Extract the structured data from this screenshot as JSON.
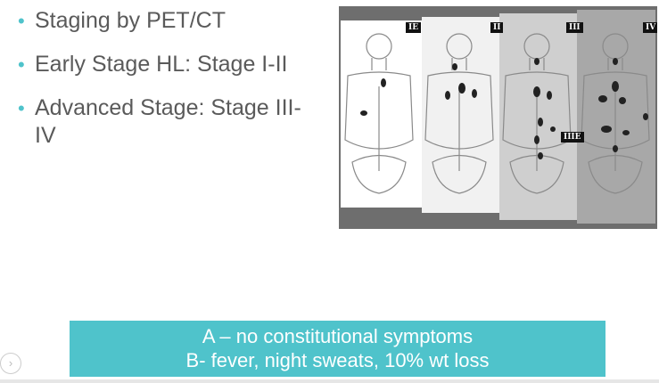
{
  "bullets": [
    {
      "text": "Staging by PET/CT"
    },
    {
      "text": "Early Stage HL: Stage I-II"
    },
    {
      "text": "Advanced Stage: Stage III-IV"
    }
  ],
  "figure": {
    "stage_tags": [
      "IE",
      "II",
      "III",
      "IV",
      "IIIE"
    ]
  },
  "banner": {
    "line1": "A – no constitutional symptoms",
    "line2": "B- fever, night sweats, 10% wt loss"
  },
  "colors": {
    "accent": "#4fc3cb",
    "text": "#5a5a5a"
  },
  "nav": {
    "icon": "chevron-right-icon"
  }
}
